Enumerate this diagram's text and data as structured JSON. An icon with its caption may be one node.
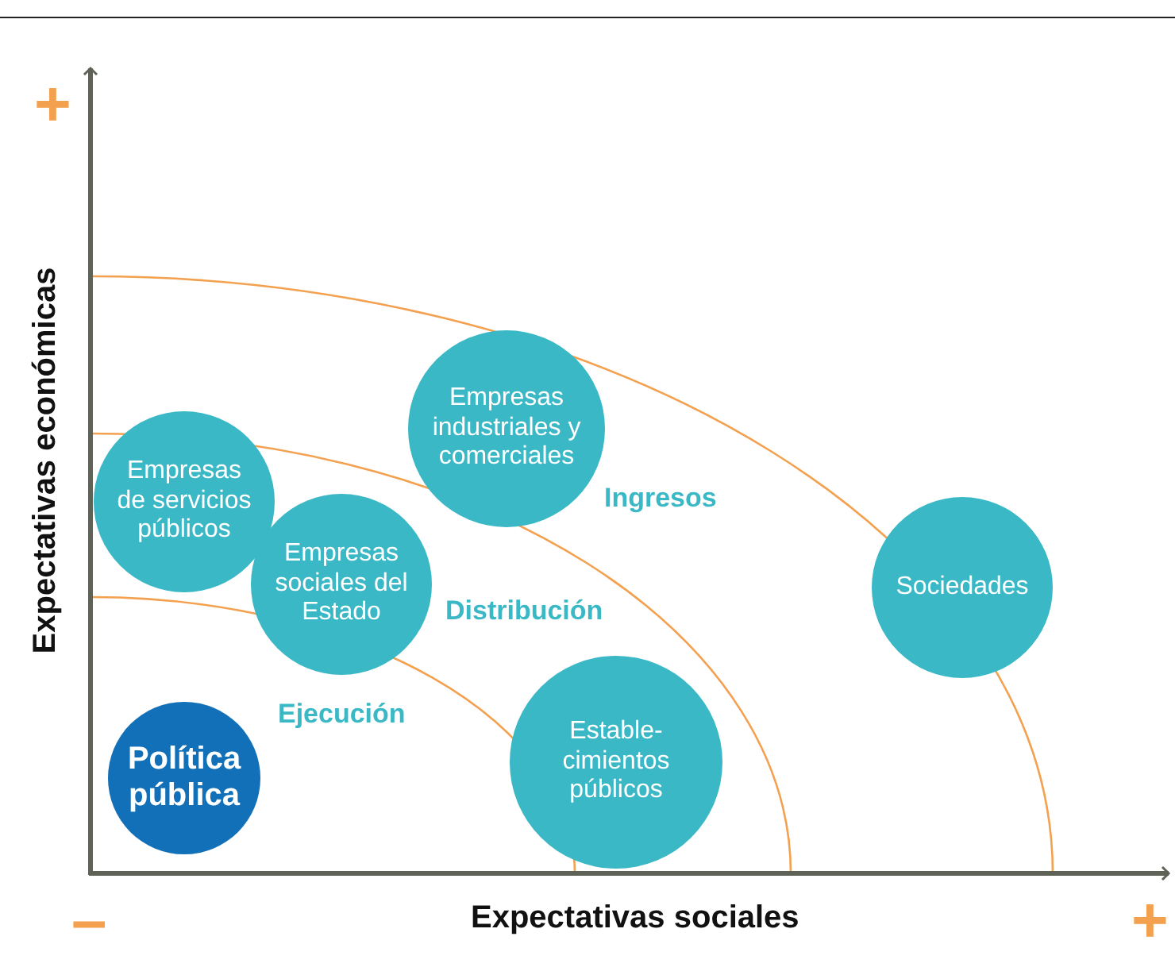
{
  "diagram": {
    "nodes": [
      {
        "text": [
          "Empresas industriales y comerciales"
        ]
      },
      {
        "text": [
          "Empresas de servicios públicos"
        ]
      },
      {
        "text": [
          "Empresas sociales del Estado"
        ]
      },
      {
        "text": [
          "Sociedades"
        ]
      },
      {
        "text": [
          "Estable- cimientos públicos"
        ]
      },
      {
        "text": [
          "Política pública"
        ]
      }
    ],
    "edges": [],
    "labels": [
      "+",
      "Expectativas económicas",
      "Ingresos",
      "Distribución",
      "Ejecución",
      "–",
      "Expectativas sociales",
      "+"
    ]
  }
}
